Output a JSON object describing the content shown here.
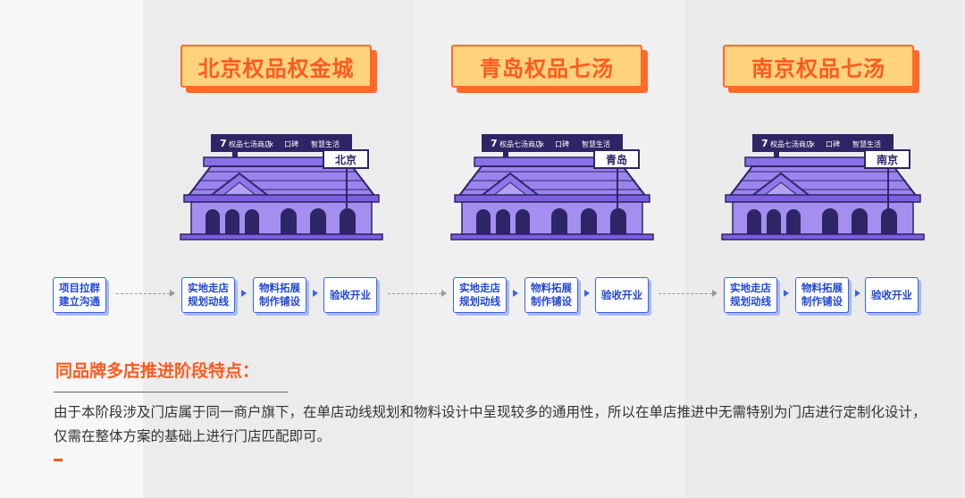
{
  "cities": [
    {
      "title": "北京权品权金城",
      "sign": "北京"
    },
    {
      "title": "青岛权品七汤",
      "sign": "青岛"
    },
    {
      "title": "南京权品七汤",
      "sign": "南京"
    }
  ],
  "storefront": {
    "logo_number": "7",
    "brand": "权品七汤商店",
    "cross": "×",
    "koubei": "口碑",
    "smart_life": "智慧生活"
  },
  "flow": {
    "start": [
      "项目拉群",
      "建立沟通"
    ],
    "steps": [
      [
        "实地走店",
        "规划动线"
      ],
      [
        "物料拓展",
        "制作铺设"
      ],
      [
        "验收开业"
      ]
    ]
  },
  "section": {
    "title": "同品牌多店推进阶段特点：",
    "description": "由于本阶段涉及门店属于同一商户旗下，在单店动线规划和物料设计中呈现较多的通用性，所以在单店推进中无需特别为门店进行定制化设计，仅需在整体方案的基础上进行门店匹配即可。"
  },
  "colors": {
    "accent": "#ff5a1f",
    "card_fill": "#ffd27d",
    "step_border": "#3c63e6",
    "store_purple": "#7d5ee0",
    "store_dark": "#2e2566"
  }
}
